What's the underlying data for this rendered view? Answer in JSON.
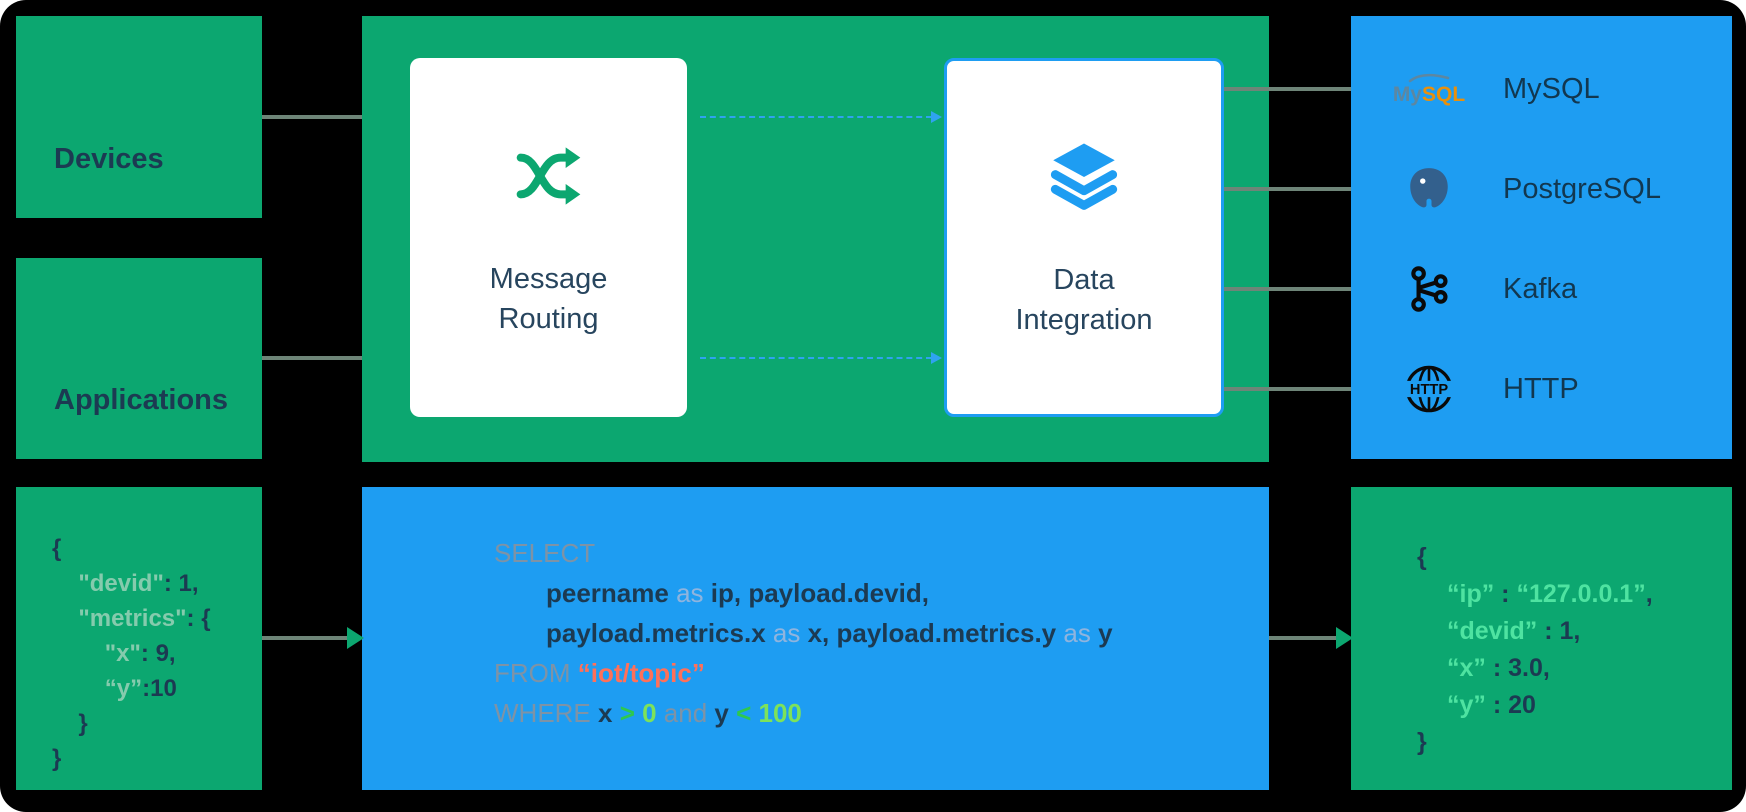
{
  "colors": {
    "green": "#0CA770",
    "blue": "#1E9DF2",
    "dark_text": "#1C3A52",
    "connector_gray": "#6E8578",
    "dashed_arrow_blue": "#2FA3F0",
    "sql_keyword_gray": "#7E93A6",
    "sql_string_coral": "#FF7059",
    "json_key_light": "#85CBAD",
    "json_key_bright": "#4EE3A1"
  },
  "devices": {
    "label": "Devices"
  },
  "applications": {
    "label": "Applications"
  },
  "routing": {
    "label": "Message Routing"
  },
  "integration": {
    "label": "Data Integration"
  },
  "sinks": {
    "items": [
      {
        "label": "MySQL",
        "icon": "mysql-logo",
        "logo": {
          "my": "My",
          "sql": "SQL"
        }
      },
      {
        "label": "PostgreSQL",
        "icon": "postgresql-elephant"
      },
      {
        "label": "Kafka",
        "icon": "kafka-logo"
      },
      {
        "label": "HTTP",
        "icon": "http-globe",
        "logo_text": "HTTP"
      }
    ]
  },
  "input_json": {
    "lines": [
      {
        "indent": 0,
        "tokens": [
          {
            "t": "{",
            "c": "plain"
          }
        ]
      },
      {
        "indent": 1.1,
        "tokens": [
          {
            "t": "\"devid\"",
            "c": "key"
          },
          {
            "t": ": 1,",
            "c": "plain"
          }
        ]
      },
      {
        "indent": 1.1,
        "tokens": [
          {
            "t": "\"metrics\"",
            "c": "key"
          },
          {
            "t": ": {",
            "c": "plain"
          }
        ]
      },
      {
        "indent": 2.2,
        "tokens": [
          {
            "t": "\"x\"",
            "c": "key"
          },
          {
            "t": ": 9,",
            "c": "plain"
          }
        ]
      },
      {
        "indent": 2.2,
        "tokens": [
          {
            "t": "“y”",
            "c": "key"
          },
          {
            "t": ":10",
            "c": "plain"
          }
        ]
      },
      {
        "indent": 1.1,
        "tokens": [
          {
            "t": "}",
            "c": "plain"
          }
        ]
      },
      {
        "indent": 0,
        "tokens": [
          {
            "t": "}",
            "c": "plain"
          }
        ]
      }
    ]
  },
  "sql": {
    "lines": [
      {
        "indent": 0,
        "tokens": [
          {
            "t": "SELECT",
            "c": "kw"
          }
        ]
      },
      {
        "indent": 2,
        "tokens": [
          {
            "t": "peername ",
            "c": "plain"
          },
          {
            "t": "as",
            "c": "as"
          },
          {
            "t": " ip, payload.devid,",
            "c": "plain"
          }
        ]
      },
      {
        "indent": 2,
        "tokens": [
          {
            "t": "payload.metrics.x ",
            "c": "plain"
          },
          {
            "t": "as",
            "c": "as"
          },
          {
            "t": " x, payload.metrics.y ",
            "c": "plain"
          },
          {
            "t": "as",
            "c": "as"
          },
          {
            "t": " y",
            "c": "plain"
          }
        ]
      },
      {
        "indent": 0,
        "tokens": [
          {
            "t": "FROM ",
            "c": "kw"
          },
          {
            "t": "“iot/topic”",
            "c": "str"
          }
        ]
      },
      {
        "indent": 0,
        "tokens": [
          {
            "t": "WHERE ",
            "c": "kw"
          },
          {
            "t": "x ",
            "c": "plain"
          },
          {
            "t": "> ",
            "c": "op"
          },
          {
            "t": "0",
            "c": "num"
          },
          {
            "t": " and ",
            "c": "kw"
          },
          {
            "t": "y ",
            "c": "plain"
          },
          {
            "t": "< ",
            "c": "op"
          },
          {
            "t": "100",
            "c": "num"
          }
        ]
      }
    ]
  },
  "output_json": {
    "lines": [
      {
        "indent": 0,
        "tokens": [
          {
            "t": "{",
            "c": "plain"
          }
        ]
      },
      {
        "indent": 1.2,
        "tokens": [
          {
            "t": "“ip”",
            "c": "keyb"
          },
          {
            "t": " : ",
            "c": "plain"
          },
          {
            "t": "“127.0.0.1”",
            "c": "strg"
          },
          {
            "t": ",",
            "c": "plain"
          }
        ]
      },
      {
        "indent": 1.2,
        "tokens": [
          {
            "t": "“devid”",
            "c": "keyb"
          },
          {
            "t": " : 1,",
            "c": "plain"
          }
        ]
      },
      {
        "indent": 1.2,
        "tokens": [
          {
            "t": "“x”",
            "c": "keyb"
          },
          {
            "t": " : 3.0,",
            "c": "plain"
          }
        ]
      },
      {
        "indent": 1.2,
        "tokens": [
          {
            "t": "“y”",
            "c": "keyb"
          },
          {
            "t": " : 20",
            "c": "plain"
          }
        ]
      },
      {
        "indent": 0,
        "tokens": [
          {
            "t": "}",
            "c": "plain"
          }
        ]
      }
    ]
  }
}
